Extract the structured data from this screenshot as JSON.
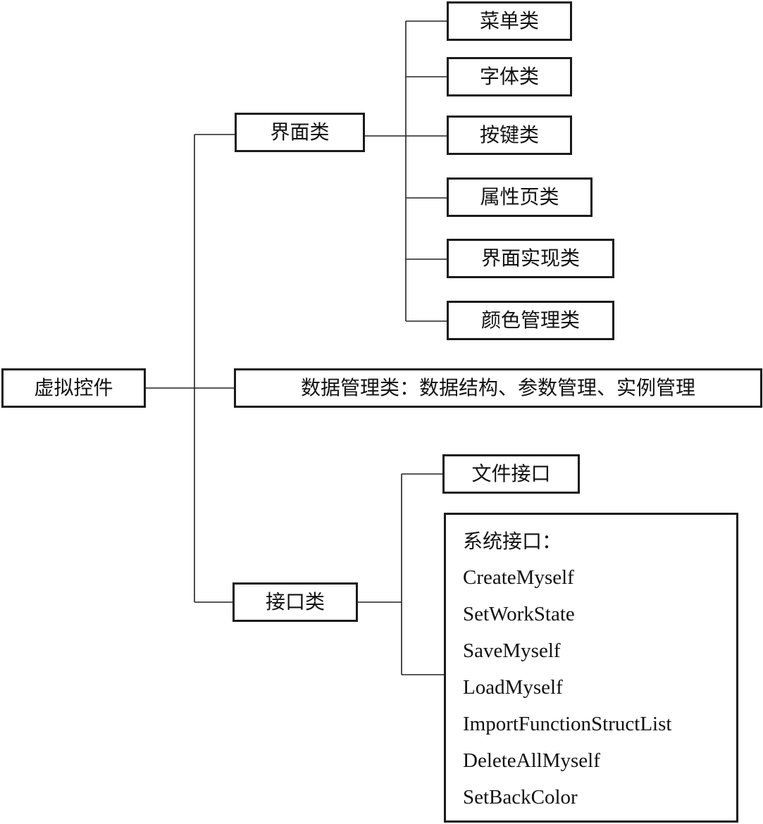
{
  "root": {
    "label": "虚拟控件"
  },
  "ui_group": {
    "label": "界面类",
    "children": [
      "菜单类",
      "字体类",
      "按键类",
      "属性页类",
      "界面实现类",
      "颜色管理类"
    ]
  },
  "data_group": {
    "label": "数据管理类：数据结构、参数管理、实例管理"
  },
  "interface_group": {
    "label": "接口类",
    "file_interface": "文件接口",
    "system_interface": {
      "title": "系统接口：",
      "methods": [
        "CreateMyself",
        "SetWorkState",
        "SaveMyself",
        "LoadMyself",
        "ImportFunctionStructList",
        "DeleteAllMyself",
        "SetBackColor"
      ]
    }
  }
}
